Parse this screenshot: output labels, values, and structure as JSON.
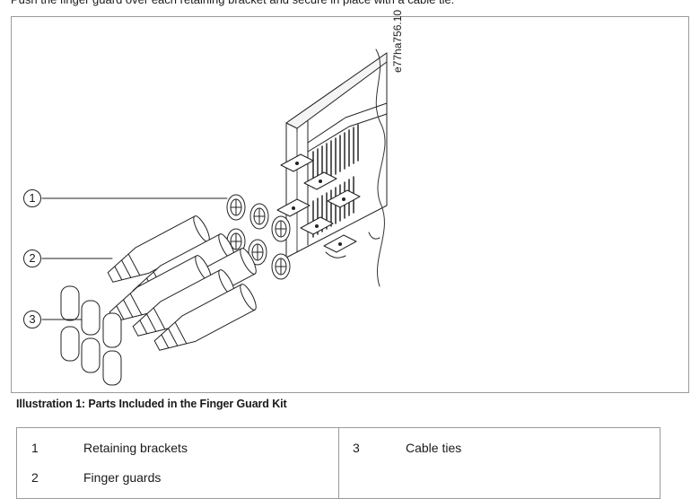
{
  "instruction": "Push the finger guard over each retaining bracket and secure in place with a cable tie.",
  "figure": {
    "image_code": "e77ha756.10",
    "callouts": [
      "1",
      "2",
      "3"
    ]
  },
  "caption": "Illustration 1: Parts Included in the Finger Guard Kit",
  "legend": [
    {
      "number": "1",
      "label": "Retaining brackets"
    },
    {
      "number": "2",
      "label": "Finger guards"
    },
    {
      "number": "3",
      "label": "Cable ties"
    }
  ]
}
